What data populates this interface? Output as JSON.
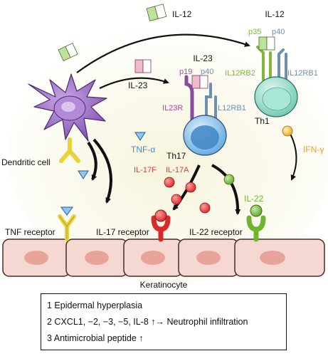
{
  "colors": {
    "dc_purple": "#8a5fb8",
    "th17_blue": "#6fb3e8",
    "th1_teal": "#7fd4c0",
    "il17_red": "#e23a3a",
    "il22_green": "#7bbf3a",
    "tnf_yellow": "#f2e24a",
    "ifn_gold": "#f4b42a",
    "keratinocyte": "#f6d8d2",
    "nucleus": "#e8a39a"
  },
  "labels": {
    "il12_top": "IL-12",
    "il12_th1": "IL-12",
    "p35": "p35",
    "p40_th1": "p40",
    "il12rb2": "IL12RB2",
    "il12rb1_th1": "IL12RB1",
    "th1": "Th1",
    "ifn_gamma": "IFN-γ",
    "il23_mid": "IL-23",
    "il23_top": "IL-23",
    "p19": "p19",
    "p40_th17": "p40",
    "il23r": "IL23R",
    "il12rb1_th17": "IL12RB1",
    "th17": "Th17",
    "tnf_alpha": "TNF-α",
    "il17f": "IL-17F",
    "il17a": "IL-17A",
    "il22": "IL-22",
    "dendritic_cell": "Dendritic cell",
    "tnf_receptor": "TNF receptor",
    "il17_receptor": "IL-17 receptor",
    "il22_receptor": "IL-22 receptor",
    "keratinocyte": "Keratinocyte"
  },
  "effects": [
    "1 Epidermal hyperplasia",
    "2 CXCL1, −2, −3, −5, IL-8 ↑→ Neutrophil infiltration",
    "3 Antimicrobial peptide ↑"
  ]
}
